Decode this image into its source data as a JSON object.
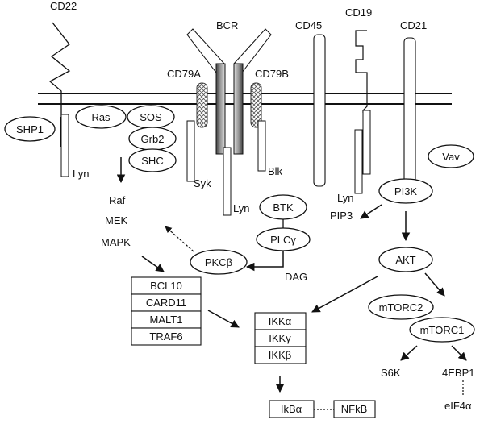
{
  "receptors": {
    "cd22": "CD22",
    "bcr": "BCR",
    "cd45": "CD45",
    "cd19": "CD19",
    "cd21": "CD21",
    "cd79a": "CD79A",
    "cd79b": "CD79B"
  },
  "kinases": {
    "lyn_left": "Lyn",
    "lyn_center": "Lyn",
    "lyn_right": "Lyn",
    "syk": "Syk",
    "blk": "Blk"
  },
  "nodes": {
    "shp1": "SHP1",
    "ras": "Ras",
    "sos": "SOS",
    "grb2": "Grb2",
    "shc": "SHC",
    "vav": "Vav",
    "btk": "BTK",
    "plcg": "PLCγ",
    "pkcb": "PKCβ",
    "pi3k": "PI3K",
    "akt": "AKT",
    "mtorc2": "mTORC2",
    "mtorc1": "mTORC1"
  },
  "labels": {
    "raf": "Raf",
    "mek": "MEK",
    "mapk": "MAPK",
    "dag": "DAG",
    "pip3": "PIP3",
    "s6k": "S6K",
    "ebp1": "4EBP1",
    "eif4a": "eIF4α"
  },
  "cbm_complex": [
    "BCL10",
    "CARD11",
    "MALT1",
    "TRAF6"
  ],
  "ikk_complex": [
    "IKKα",
    "IKKγ",
    "IKKβ"
  ],
  "nfkb": {
    "ikba": "IkBα",
    "nfkb": "NFkB"
  }
}
